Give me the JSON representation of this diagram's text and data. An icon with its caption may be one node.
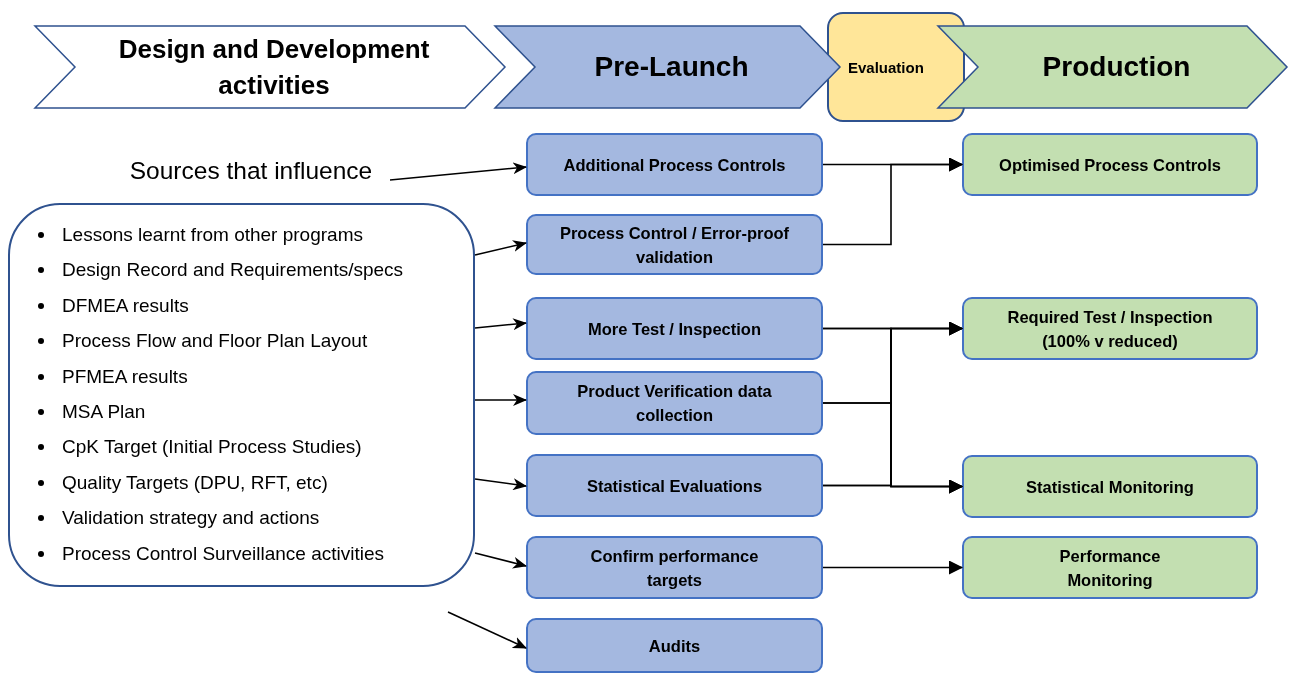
{
  "diagram": {
    "nodes": [
      {
        "text": [
          "Design and Development activities"
        ]
      },
      {
        "text": [
          "Pre-Launch"
        ]
      },
      {
        "text": [
          "Evaluation"
        ]
      },
      {
        "text": [
          "Production"
        ]
      },
      {
        "text": [
          "Sources that influence"
        ]
      },
      {
        "text": [
          "Lessons learnt from other programs",
          "Design Record and Requirements/specs",
          "DFMEA results",
          "Process Flow and Floor Plan Layout",
          "PFMEA results",
          "MSA Plan",
          "CpK Target (Initial Process Studies)",
          "Quality Targets (DPU, RFT, etc)",
          "Validation strategy and actions",
          "Process Control Surveillance activities"
        ]
      },
      {
        "text": [
          "Additional Process Controls"
        ]
      },
      {
        "text": [
          "Process Control / Error-proof validation"
        ]
      },
      {
        "text": [
          "More Test / Inspection"
        ]
      },
      {
        "text": [
          "Product Verification data collection"
        ]
      },
      {
        "text": [
          "Statistical Evaluations"
        ]
      },
      {
        "text": [
          "Confirm performance targets"
        ]
      },
      {
        "text": [
          "Audits"
        ]
      },
      {
        "text": [
          "Optimised Process Controls"
        ]
      },
      {
        "text": [
          "Required Test / Inspection (100% v reduced)"
        ]
      },
      {
        "text": [
          "Statistical Monitoring"
        ]
      },
      {
        "text": [
          "Performance Monitoring"
        ]
      }
    ],
    "edges": [
      {
        "from": 4,
        "to": 6,
        "arrow": "to"
      },
      {
        "from": 5,
        "to": 7,
        "arrow": "to"
      },
      {
        "from": 5,
        "to": 8,
        "arrow": "to"
      },
      {
        "from": 5,
        "to": 9,
        "arrow": "to"
      },
      {
        "from": 5,
        "to": 10,
        "arrow": "to"
      },
      {
        "from": 5,
        "to": 11,
        "arrow": "to"
      },
      {
        "from": null,
        "to": 12,
        "arrow": "to"
      },
      {
        "from": 6,
        "to": 13,
        "arrow": "to"
      },
      {
        "from": 7,
        "to": 13,
        "arrow": "to"
      },
      {
        "from": 8,
        "to": 14,
        "arrow": "to"
      },
      {
        "from": 9,
        "to": 14,
        "arrow": "to"
      },
      {
        "from": 10,
        "to": 14,
        "arrow": "to"
      },
      {
        "from": 8,
        "to": 15,
        "arrow": "to"
      },
      {
        "from": 9,
        "to": 15,
        "arrow": "to"
      },
      {
        "from": 10,
        "to": 15,
        "arrow": "to"
      },
      {
        "from": 11,
        "to": 16,
        "arrow": "to"
      }
    ]
  }
}
